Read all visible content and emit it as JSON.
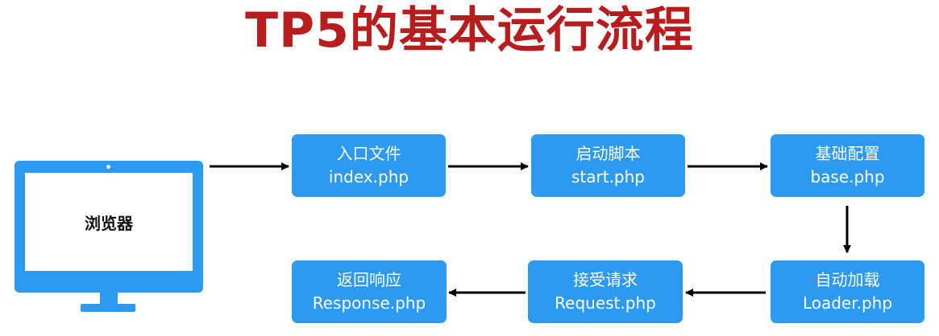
{
  "title": "TP5的基本运行流程",
  "browser": {
    "label": "浏览器"
  },
  "steps": {
    "index": {
      "title": "入口文件",
      "file": "index.php"
    },
    "start": {
      "title": "启动脚本",
      "file": "start.php"
    },
    "base": {
      "title": "基础配置",
      "file": "base.php"
    },
    "loader": {
      "title": "自动加载",
      "file": "Loader.php"
    },
    "request": {
      "title": "接受请求",
      "file": "Request.php"
    },
    "response": {
      "title": "返回响应",
      "file": "Response.php"
    }
  },
  "colors": {
    "title": "#b81d1d",
    "box": "#2b9af0",
    "box_text": "#ffffff",
    "arrow": "#000000"
  }
}
